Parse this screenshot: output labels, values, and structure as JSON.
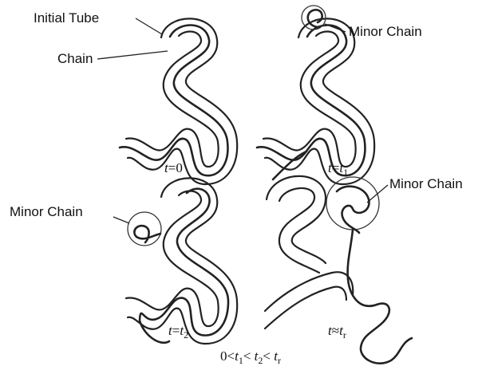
{
  "labels": {
    "initial_tube": "Initial Tube",
    "chain": "Chain",
    "minor_chain_1": "Minor Chain",
    "minor_chain_2": "Minor Chain",
    "minor_chain_3": "Minor Chain"
  },
  "captions": {
    "panel_1": {
      "t": "t",
      "rest": "=0"
    },
    "panel_2": {
      "t": "t",
      "eq": "=",
      "t2": "t",
      "sub": "1"
    },
    "panel_3": {
      "t": "t",
      "eq": "=",
      "t2": "t",
      "sub": "2"
    },
    "panel_4": {
      "t": "t",
      "eq": "≈",
      "t2": "t",
      "sub": "r"
    },
    "footer": {
      "zero": "0<",
      "t1": "t",
      "s1": "1",
      "lt1": "< ",
      "t2": "t",
      "s2": "2",
      "lt2": "< ",
      "tr": "t",
      "sr": "r"
    }
  },
  "colors": {
    "ink": "#222222",
    "background": "#ffffff"
  }
}
